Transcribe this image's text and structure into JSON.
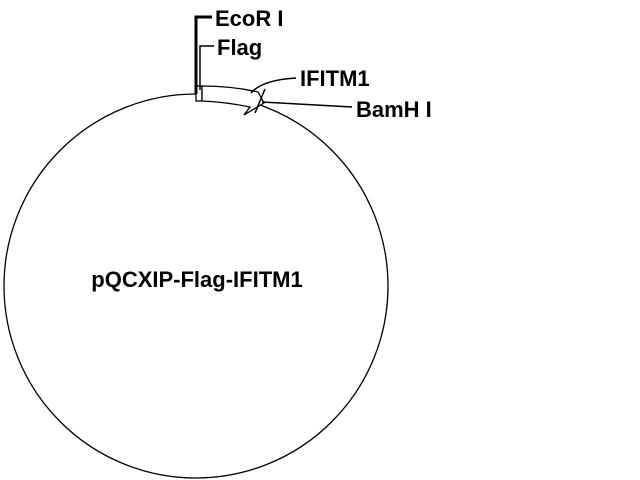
{
  "plasmid": {
    "name": "pQCXIP-Flag-IFITM1"
  },
  "features": {
    "ecori": "EcoR I",
    "flag": "Flag",
    "ifitm1": "IFITM1",
    "bamhi": "BamH I"
  },
  "colors": {
    "line": "#000000",
    "background": "#ffffff"
  }
}
